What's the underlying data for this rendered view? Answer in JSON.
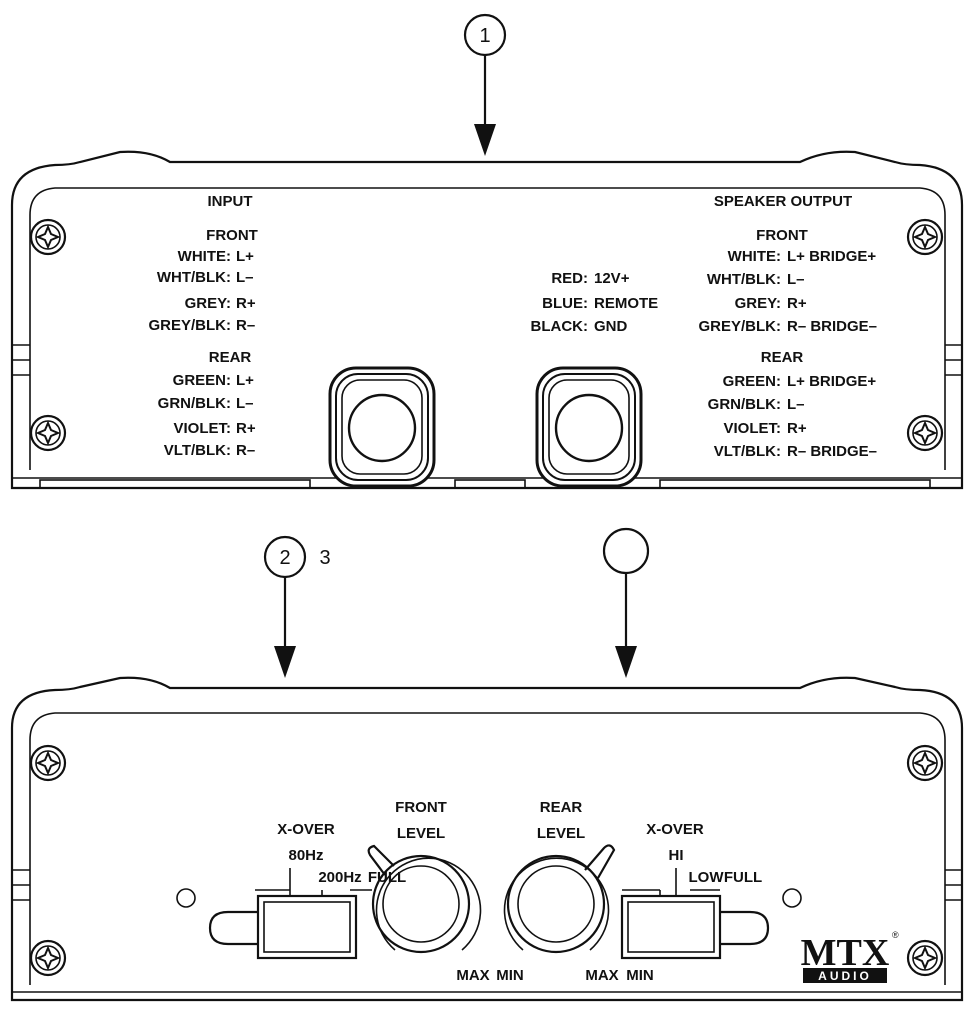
{
  "callouts": {
    "c1": "1",
    "c2": "2",
    "c3": "3",
    "c4": ""
  },
  "top_panel": {
    "input_title": "INPUT",
    "input_front": "FRONT",
    "input_front_rows": [
      {
        "color": "WHITE:",
        "pol": "L+"
      },
      {
        "color": "WHT/BLK:",
        "pol": "L–"
      },
      {
        "color": "GREY:",
        "pol": "R+"
      },
      {
        "color": "GREY/BLK:",
        "pol": "R–"
      }
    ],
    "input_rear": "REAR",
    "input_rear_rows": [
      {
        "color": "GREEN:",
        "pol": "L+"
      },
      {
        "color": "GRN/BLK:",
        "pol": "L–"
      },
      {
        "color": "VIOLET:",
        "pol": "R+"
      },
      {
        "color": "VLT/BLK:",
        "pol": "R–"
      }
    ],
    "power_rows": [
      {
        "color": "RED:",
        "value": "12V+"
      },
      {
        "color": "BLUE:",
        "value": "REMOTE"
      },
      {
        "color": "BLACK:",
        "value": "GND"
      }
    ],
    "output_title": "SPEAKER OUTPUT",
    "output_front": "FRONT",
    "output_front_rows": [
      {
        "color": "WHITE:",
        "pol": "L+ BRIDGE+"
      },
      {
        "color": "WHT/BLK:",
        "pol": "L–"
      },
      {
        "color": "GREY:",
        "pol": "R+"
      },
      {
        "color": "GREY/BLK:",
        "pol": "R– BRIDGE–"
      }
    ],
    "output_rear": "REAR",
    "output_rear_rows": [
      {
        "color": "GREEN:",
        "pol": "L+ BRIDGE+"
      },
      {
        "color": "GRN/BLK:",
        "pol": "L–"
      },
      {
        "color": "VIOLET:",
        "pol": "R+"
      },
      {
        "color": "VLT/BLK:",
        "pol": "R– BRIDGE–"
      }
    ]
  },
  "bottom_panel": {
    "left_xover_title": "X-OVER",
    "left_xover_80": "80Hz",
    "left_xover_200": "200Hz",
    "left_xover_full": "FULL",
    "front_level_1": "FRONT",
    "front_level_2": "LEVEL",
    "front_max": "MAX",
    "front_min": "MIN",
    "rear_level_1": "REAR",
    "rear_level_2": "LEVEL",
    "rear_max": "MAX",
    "rear_min": "MIN",
    "right_xover_title": "X-OVER",
    "right_xover_hi": "HI",
    "right_xover_low": "LOW",
    "right_xover_full": "FULL",
    "logo_main": "MTX",
    "logo_sub": "AUDIO",
    "logo_reg": "®"
  }
}
